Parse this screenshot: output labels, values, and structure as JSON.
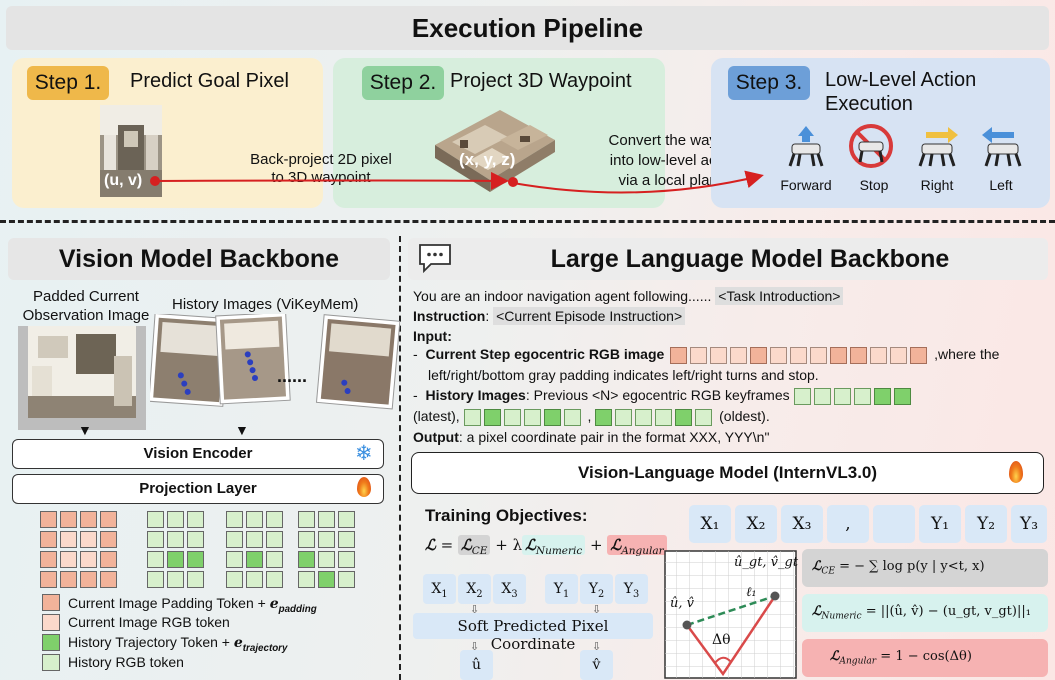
{
  "pipeline": {
    "title": "Execution Pipeline",
    "step1": {
      "badge": "Step 1.",
      "title": "Predict Goal Pixel",
      "pixel": "(u, v)"
    },
    "arrow_label": {
      "line1": "Back-project 2D pixel",
      "line2": "to 3D waypoint"
    },
    "step2": {
      "badge": "Step 2.",
      "title": "Project 3D Waypoint",
      "point": "(x, y, z)"
    },
    "convert": {
      "line1": "Convert the waypoint",
      "line2": "into low-level actions",
      "line3": "via a local planner"
    },
    "step3": {
      "badge": "Step 3.",
      "title_line1": "Low-Level Action",
      "title_line2": "Execution"
    },
    "actions": [
      "Forward",
      "Stop",
      "Right",
      "Left"
    ]
  },
  "vision": {
    "title": "Vision Model Backbone",
    "current_label_1": "Padded Current",
    "current_label_2": "Observation Image",
    "history_label": "History Images (ViKeyMem)",
    "dots": "......",
    "encoder": "Vision Encoder",
    "projection": "Projection Layer",
    "legend": [
      {
        "text": "Current Image Padding Token + ",
        "math": "e",
        "sub": "padding",
        "color": "#f2b39a"
      },
      {
        "text": "Current Image RGB token",
        "color": "#fbd9cb"
      },
      {
        "text": "History Trajectory Token + ",
        "math": "e",
        "sub": "trajectory",
        "color": "#7fd06b"
      },
      {
        "text": "History RGB token",
        "color": "#d7f0cc"
      }
    ]
  },
  "llm": {
    "title": "Large Language Model Backbone",
    "prompt_line1": "You are an indoor navigation agent following......",
    "task_tag": "<Task Introduction>",
    "instruction_label": "Instruction",
    "instruction_tag": "<Current Episode Instruction>",
    "input_label": "Input:",
    "current_step_bold": "Current Step egocentric RGB image",
    "current_step_rest": ",where the",
    "padding_note": "left/right/bottom gray padding indicates left/right turns and stop.",
    "history_bold": "History Images",
    "history_rest": ": Previous <N> egocentric RGB keyframes",
    "latest": "(latest),",
    "comma": ",",
    "oldest": "(oldest).",
    "output_label": "Output",
    "output_text": ": a pixel coordinate pair in the format XXX, YYY\\n\"",
    "vlm": "Vision-Language Model (InternVL3.0)"
  },
  "training": {
    "title": "Training Objectives:",
    "loss_eq": "= ",
    "loss_plus": "+ λ",
    "soft_label": "Soft Predicted Pixel Coordinate",
    "x_tokens": [
      "X",
      "X",
      "X"
    ],
    "y_tokens": [
      "Y",
      "Y",
      "Y"
    ],
    "subs": [
      "1",
      "2",
      "3"
    ],
    "u_hat": "û",
    "v_hat": "v̂",
    "seq": [
      "X₁",
      "X₂",
      "X₃",
      ",",
      "",
      "Y₁",
      "Y₂",
      "Y₃"
    ],
    "gt_label": "û_gt, v̂_gt",
    "pred_label": "û, v̂",
    "l1_label": "ℓ₁",
    "theta_label": "Δθ",
    "ce_formula": "= − ∑ log p(y | y<t, x)",
    "numeric_formula": "= ||(û, v̂) − (u_gt, v_gt)||₁",
    "angular_formula": "= 1 − cos(Δθ)",
    "colors": {
      "ce": "#d4d4d4",
      "numeric": "#d7f2ee",
      "angular": "#f6b2b2",
      "token": "#d9e8f7"
    }
  }
}
